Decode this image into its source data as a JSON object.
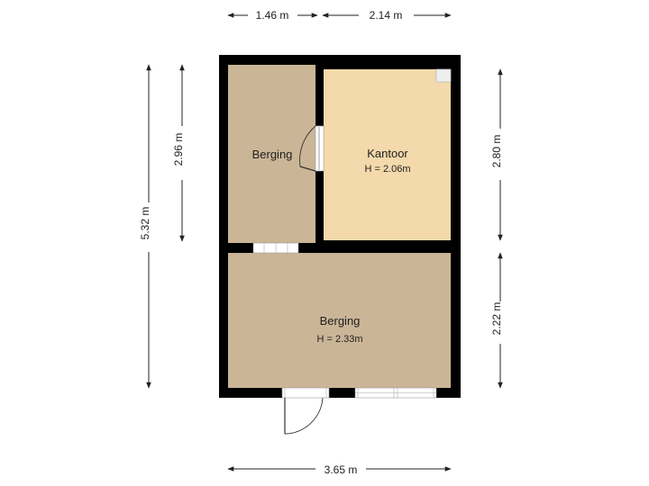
{
  "rooms": {
    "storage_top": {
      "name": "Berging",
      "color": "#cbb597"
    },
    "office": {
      "name": "Kantoor",
      "height": "H = 2.06m",
      "color": "#f3d9ab"
    },
    "storage_bottom": {
      "name": "Berging",
      "height": "H = 2.33m",
      "color": "#cbb597"
    }
  },
  "dimensions": {
    "top_left_width": "1.46 m",
    "top_right_width": "2.14 m",
    "bottom_width": "3.65 m",
    "left_total_height": "5.32 m",
    "left_storage_height": "2.96 m",
    "right_office_height": "2.80 m",
    "right_storage_height": "2.22 m"
  },
  "colors": {
    "wall": "#000000",
    "window": "#ffffff",
    "line": "#222222"
  }
}
